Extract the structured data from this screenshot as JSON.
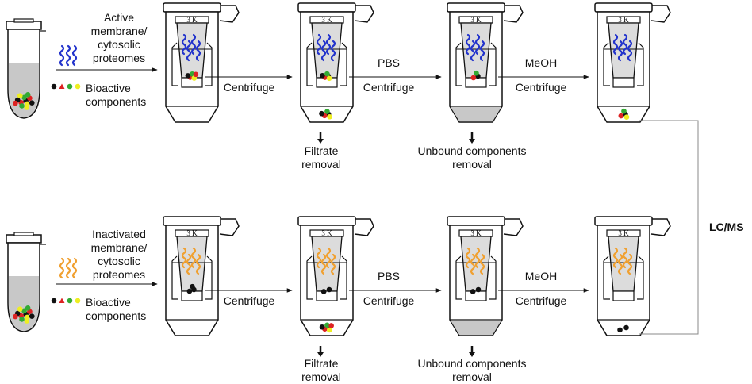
{
  "top_row": {
    "input_lines": [
      "Active",
      "membrane/",
      "cytosolic",
      "proteomes"
    ],
    "components_lines": [
      "Bioactive",
      "components"
    ],
    "step1": "Centrifuge",
    "step2_reagent": "PBS",
    "step2": "Centrifuge",
    "step3_reagent": "MeOH",
    "step3": "Centrifuge",
    "removal1_lines": [
      "Filtrate",
      "removal"
    ],
    "removal2_lines": [
      "Unbound components",
      "removal"
    ]
  },
  "bottom_row": {
    "input_lines": [
      "Inactivated",
      "membrane/",
      "cytosolic",
      "proteomes"
    ],
    "components_lines": [
      "Bioactive",
      "components"
    ],
    "step1": "Centrifuge",
    "step2_reagent": "PBS",
    "step2": "Centrifuge",
    "step3_reagent": "MeOH",
    "step3": "Centrifuge",
    "removal1_lines": [
      "Filtrate",
      "removal"
    ],
    "removal2_lines": [
      "Unbound components",
      "removal"
    ]
  },
  "filter_label": "3 K",
  "output_label": "LC/MS",
  "colors": {
    "active_protein": "#2233cc",
    "inactive_protein": "#f0a030",
    "component_black": "#111111",
    "component_red": "#dd2222",
    "component_green": "#33aa33",
    "component_yellow": "#eeee22",
    "tube_fill": "#c8c8c8",
    "line": "#111111"
  }
}
